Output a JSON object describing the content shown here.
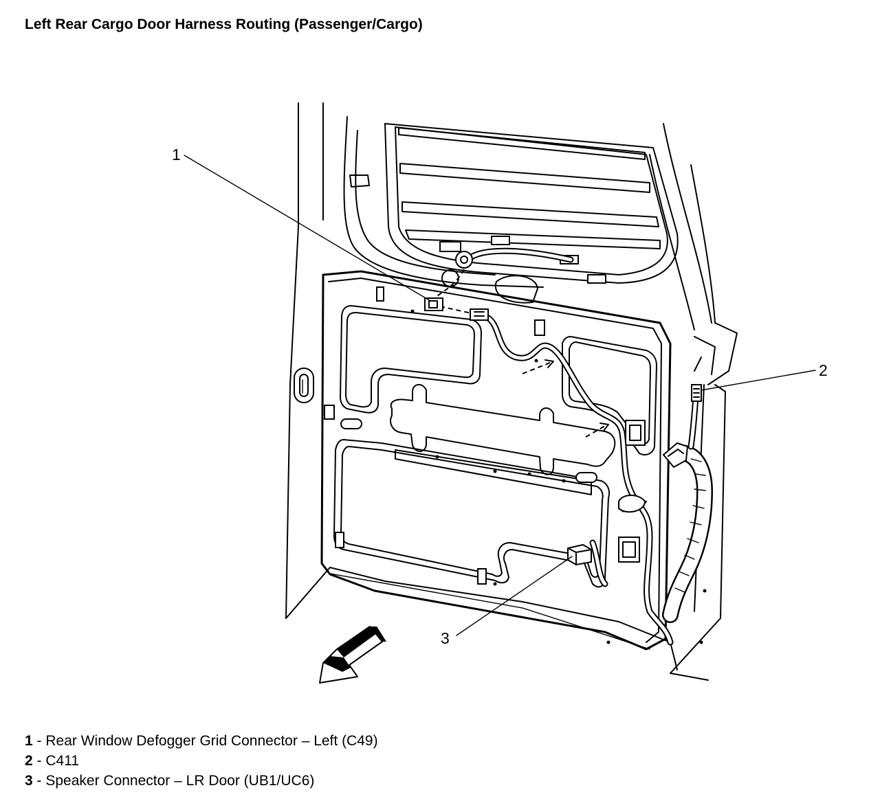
{
  "title": "Left Rear Cargo Door Harness Routing (Passenger/Cargo)",
  "callouts": [
    {
      "number": "1",
      "label": "Rear Window Defogger Grid Connector – Left (C49)"
    },
    {
      "number": "2",
      "label": "C411"
    },
    {
      "number": "3",
      "label": "Speaker Connector – LR Door (UB1/UC6)"
    }
  ],
  "legend_separator": " - ",
  "icons": {
    "direction_arrow": "front-direction-arrow-icon"
  }
}
